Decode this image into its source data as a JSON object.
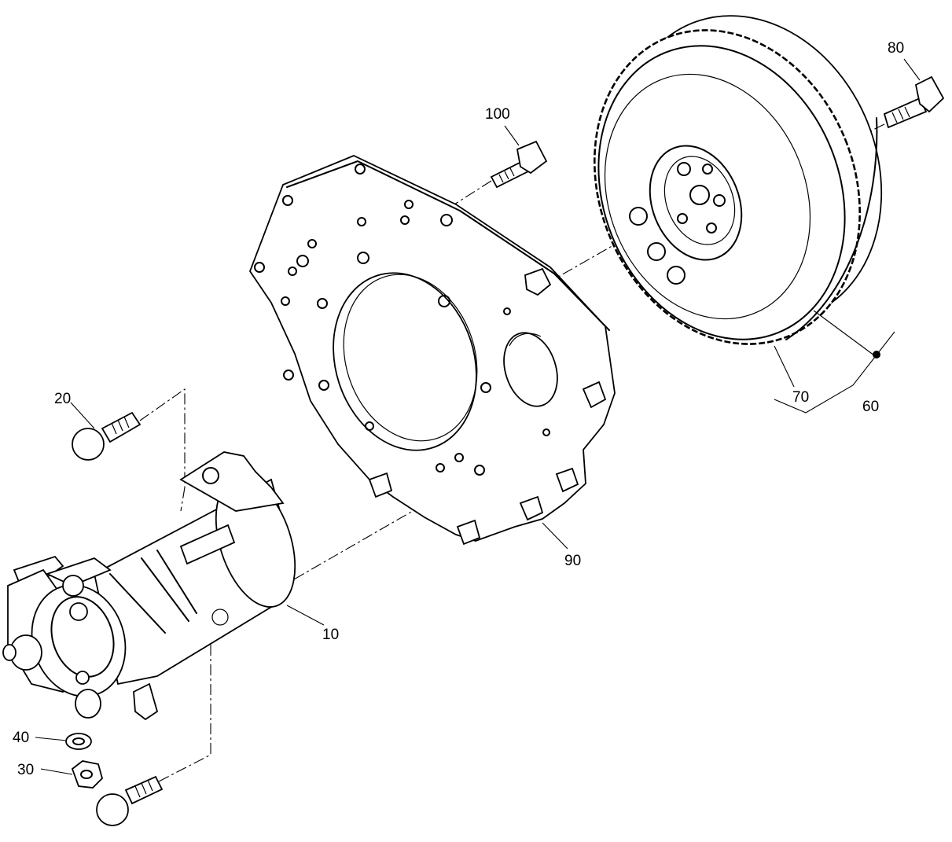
{
  "callouts": {
    "c10": "10",
    "c20": "20",
    "c30": "30",
    "c40": "40",
    "c60": "60",
    "c70": "70",
    "c80": "80",
    "c90": "90",
    "c100": "100"
  },
  "colors": {
    "line": "#000000",
    "background": "#ffffff"
  }
}
